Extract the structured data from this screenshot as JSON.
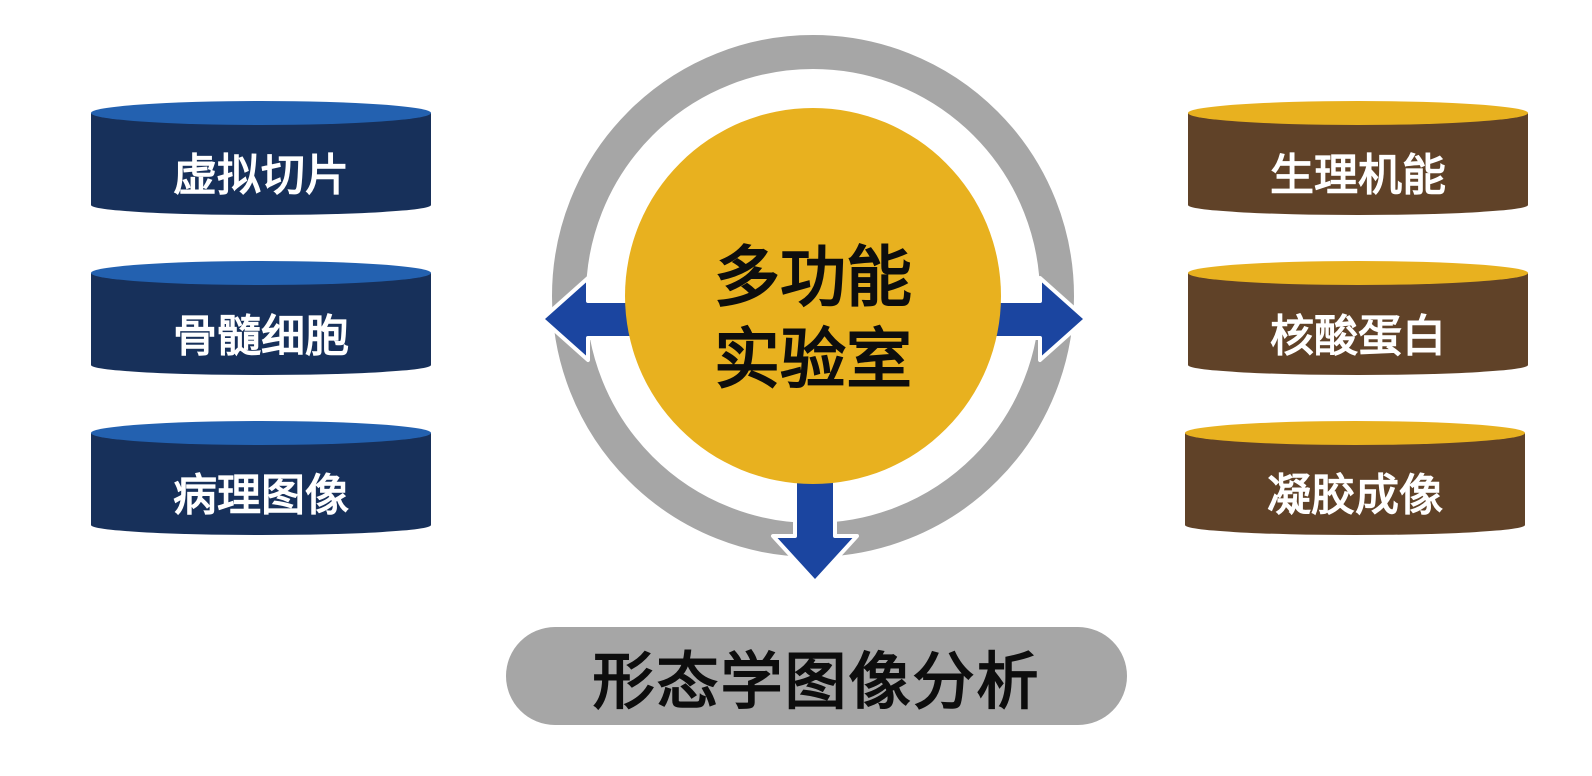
{
  "center": {
    "line1": "多功能",
    "line2": "实验室"
  },
  "left_items": [
    {
      "label": "虚拟切片"
    },
    {
      "label": "骨髓细胞"
    },
    {
      "label": "病理图像"
    }
  ],
  "right_items": [
    {
      "label": "生理机能"
    },
    {
      "label": "核酸蛋白"
    },
    {
      "label": "凝胶成像"
    }
  ],
  "bottom_label": "形态学图像分析",
  "colors": {
    "left_top": "#2361b0",
    "left_body": "#17305a",
    "right_top": "#e8b11f",
    "right_body": "#604228",
    "center_circle": "#e8b11f",
    "ring": "#a6a6a6",
    "arrow": "#1b45a0",
    "pill": "#a6a6a6"
  }
}
